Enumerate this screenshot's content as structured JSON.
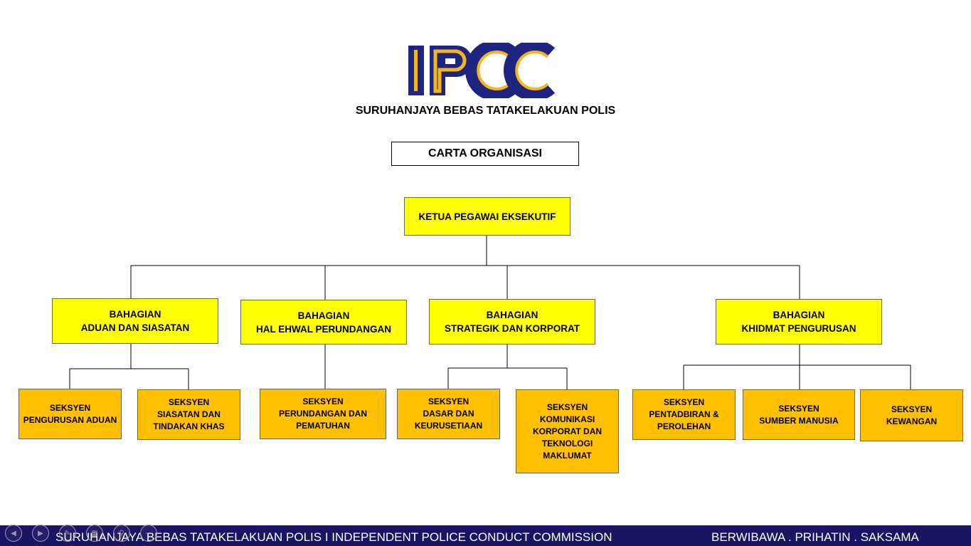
{
  "logo": {
    "text": "IPCC",
    "colors": {
      "navy": "#1e2580",
      "gold": "#f5b51d"
    }
  },
  "header": {
    "org_name": "SURUHANJAYA BEBAS TATAKELAKUAN POLIS",
    "chart_title": "CARTA ORGANISASI"
  },
  "chart": {
    "top": {
      "label": "KETUA PEGAWAI EKSEKUTIF"
    },
    "divisions": [
      {
        "label": "BAHAGIAN\nADUAN DAN SIASATAN",
        "sections": [
          "SEKSYEN\nPENGURUSAN ADUAN",
          "SEKSYEN\nSIASATAN DAN\nTINDAKAN KHAS"
        ]
      },
      {
        "label": "BAHAGIAN\nHAL EHWAL PERUNDANGAN",
        "sections": [
          "SEKSYEN\nPERUNDANGAN DAN\nPEMATUHAN"
        ]
      },
      {
        "label": "BAHAGIAN\nSTRATEGIK DAN KORPORAT",
        "sections": [
          "SEKSYEN\nDASAR DAN\nKEURUSETIAAN",
          "SEKSYEN\nKOMUNIKASI\nKORPORAT DAN\nTEKNOLOGI MAKLUMAT"
        ]
      },
      {
        "label": "BAHAGIAN\nKHIDMAT PENGURUSAN",
        "sections": [
          "SEKSYEN\nPENTADBIRAN &\nPEROLEHAN",
          "SEKSYEN\nSUMBER MANUSIA",
          "SEKSYEN\nKEWANGAN"
        ]
      }
    ],
    "colors": {
      "top_and_division": "#ffff00",
      "section": "#ffc000"
    }
  },
  "footer": {
    "left_text": "SURUHANJAYA BEBAS TATAKELAKUAN POLIS  I  INDEPENDENT POLICE CONDUCT COMMISSION",
    "right_text": "BERWIBAWA . PRIHATIN . SAKSAMA",
    "background": "#1a1464",
    "nav_icons": [
      "previous-slide-icon",
      "next-slide-icon",
      "pen-icon",
      "slides-grid-icon",
      "zoom-icon",
      "more-options-icon"
    ]
  }
}
